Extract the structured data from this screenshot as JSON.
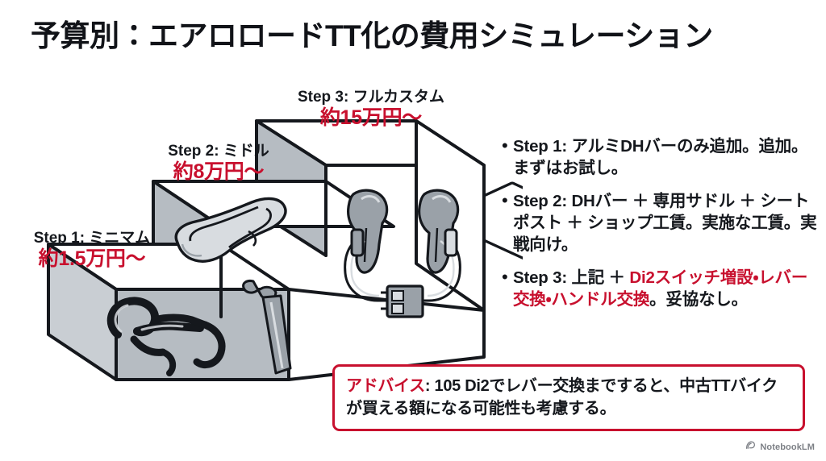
{
  "slide": {
    "title": "予算別：エアロロードTT化の費用シミュレーション",
    "background_color": "#ffffff",
    "accent_color": "#c8102e",
    "text_color": "#15181d"
  },
  "steps": [
    {
      "id": "step1",
      "name": "Step 1: ミニマム",
      "price": "約1.5万円〜",
      "icon": "aero-dh-bar-icon"
    },
    {
      "id": "step2",
      "name": "Step 2: ミドル",
      "price": "約8万円〜",
      "icon": "saddle-icon"
    },
    {
      "id": "step3",
      "name": "Step 3: フルカスタム",
      "price": "約15万円〜",
      "icon": "di2-shifters-icon"
    }
  ],
  "illustration": {
    "name": "isometric-staircase-diagram",
    "top_face_color": "#ffffff",
    "front_face_color": "#b6bcc2",
    "side_face_color": "#c9ced3",
    "outline_color": "#15181d",
    "part_fill_color": "#9aa1a8",
    "part_highlight_color": "#d8dce0",
    "icons": [
      "aero-dh-bar-icon",
      "saddle-icon",
      "seatpost-icon",
      "di2-shifters-icon",
      "di2-junction-box-icon"
    ]
  },
  "bullets": [
    {
      "segments": [
        {
          "text": "Step 1: アルミDHバーのみ追加。追加。まずはお試し。",
          "accent": false
        }
      ]
    },
    {
      "segments": [
        {
          "text": "Step 2: DHバー ＋ 専用サドル ＋ シートポスト ＋ ショップ工賃。実施な工賃。実戦向け。",
          "accent": false
        }
      ]
    },
    {
      "segments": [
        {
          "text": "Step 3: 上記 ＋ ",
          "accent": false
        },
        {
          "text": "Di2スイッチ増設・レバー交換・ハンドル交換",
          "accent": true
        },
        {
          "text": "。妥協なし。",
          "accent": false
        }
      ]
    }
  ],
  "advice": {
    "label": "アドバイス",
    "segments": [
      {
        "text": "アドバイス",
        "accent": true
      },
      {
        "text": ": 105 Di2でレバー交換まですると、中古TTバイクが買える額になる可能性も考慮する。",
        "accent": false
      }
    ],
    "border_color": "#c8102e"
  },
  "watermark": {
    "label": "NotebookLM",
    "icon": "notebooklm-icon"
  }
}
